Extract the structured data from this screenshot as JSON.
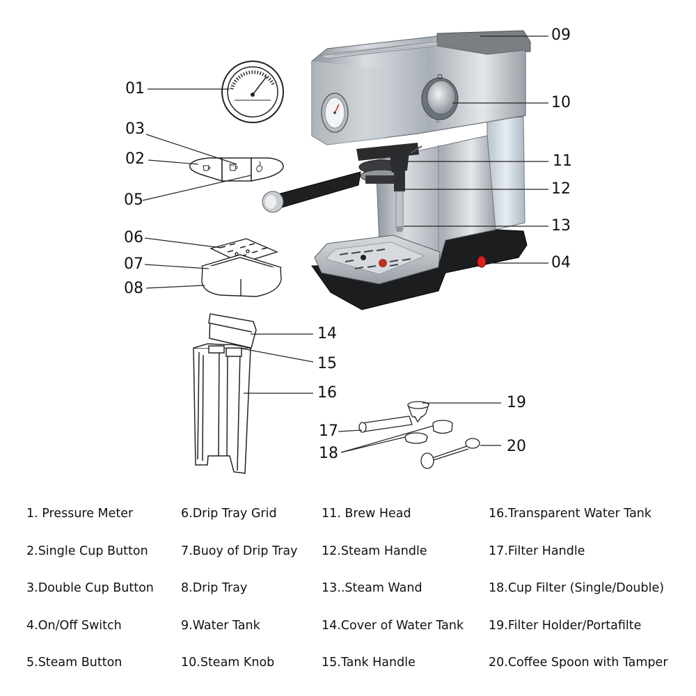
{
  "callouts": {
    "n01": "01",
    "n02": "02",
    "n03": "03",
    "n04": "04",
    "n05": "05",
    "n06": "06",
    "n07": "07",
    "n08": "08",
    "n09": "09",
    "n10": "10",
    "n11": "11",
    "n12": "12",
    "n13": "13",
    "n14": "14",
    "n15": "15",
    "n16": "16",
    "n17": "17",
    "n18": "18",
    "n19": "19",
    "n20": "20"
  },
  "legend": {
    "col1": [
      "1. Pressure Meter",
      "2.Single Cup Button",
      "3.Double Cup Button",
      "4.On/Off Switch",
      "5.Steam Button"
    ],
    "col2": [
      "6.Drip Tray Grid",
      "7.Buoy of Drip Tray",
      "8.Drip Tray",
      "9.Water Tank",
      "10.Steam Knob"
    ],
    "col3": [
      "11. Brew Head",
      "12.Steam Handle",
      "13..Steam Wand",
      "14.Cover of Water Tank",
      "15.Tank Handle"
    ],
    "col4": [
      "16.Transparent Water Tank",
      "17.Filter Handle",
      "18.Cup Filter (Single/Double)",
      "19.Filter Holder/Portafilte",
      "20.Coffee Spoon with Tamper"
    ]
  },
  "power_indicator_color": "#e02020"
}
